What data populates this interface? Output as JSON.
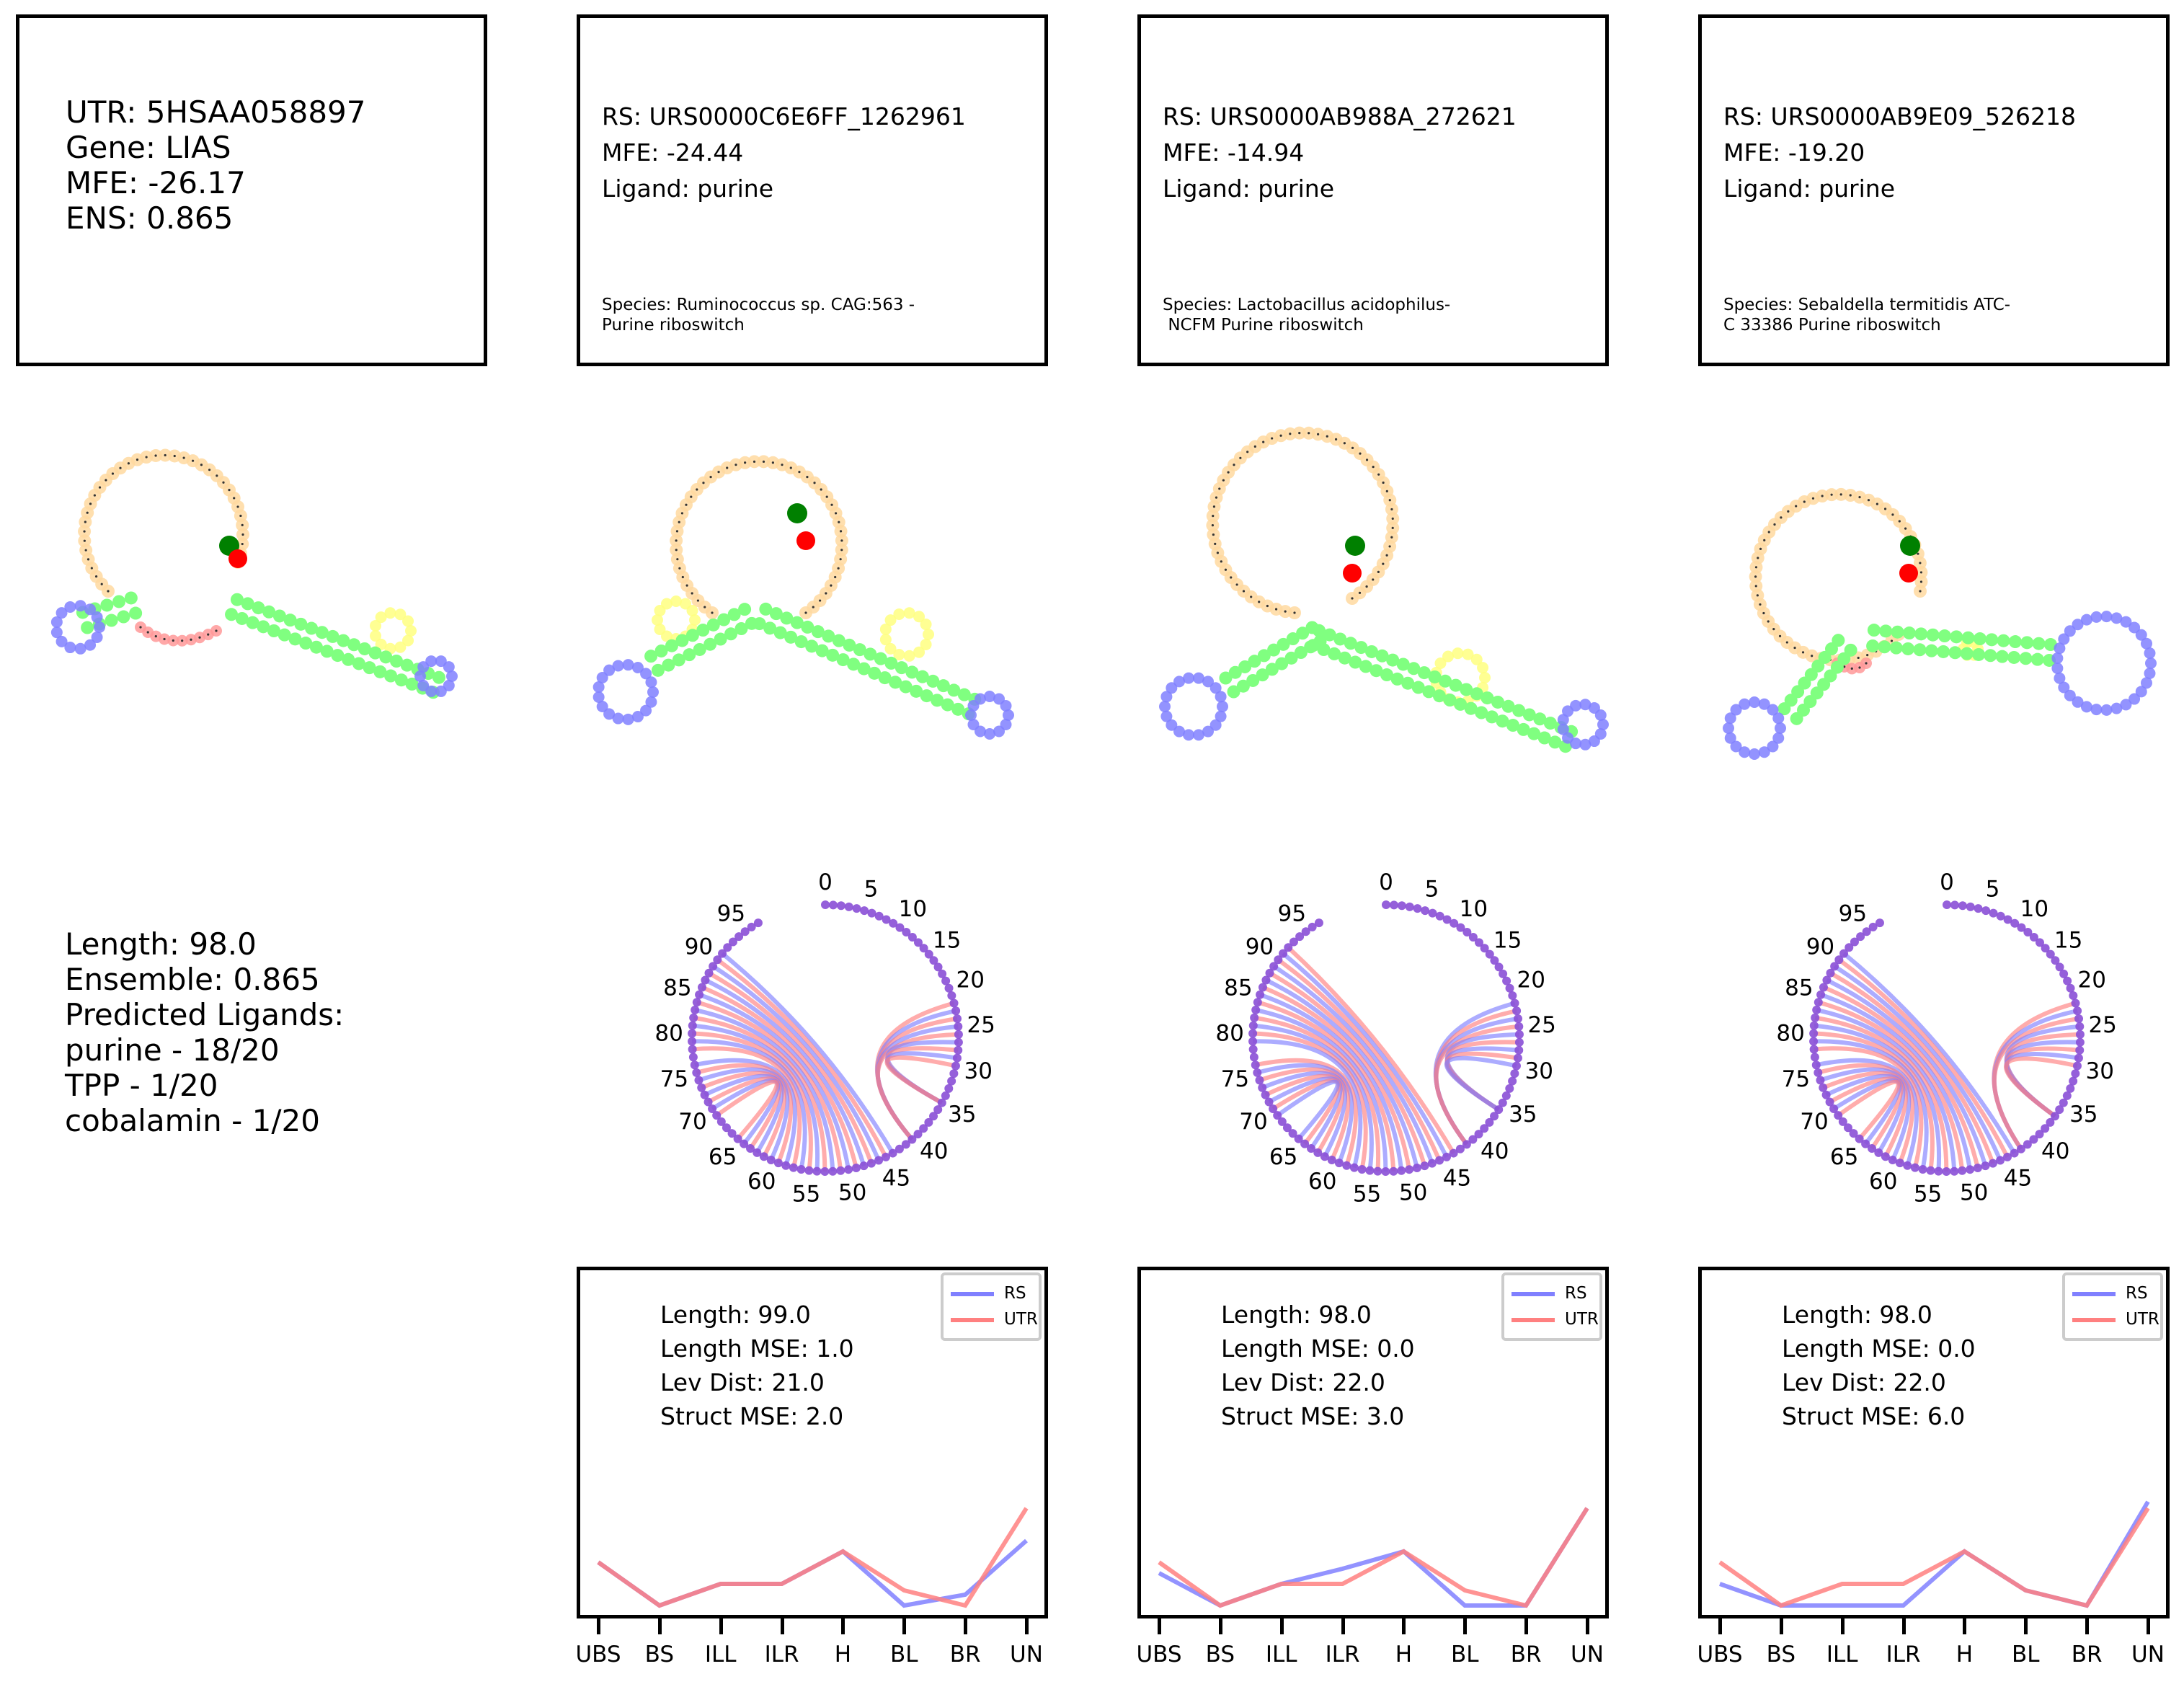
{
  "utr": {
    "header_lines": [
      "UTR: 5HSAA058897",
      "Gene: LIAS",
      "MFE: -26.17",
      "ENS: 0.865"
    ],
    "summary_lines": [
      "Length: 98.0",
      "Ensemble: 0.865",
      "Predicted Ligands:",
      "purine - 18/20",
      "TPP - 1/20",
      "cobalamin - 1/20"
    ]
  },
  "riboswitches": [
    {
      "rs": "RS: URS0000C6E6FF_1262961",
      "mfe": "MFE: -24.44",
      "ligand": "Ligand: purine",
      "species": "Species: Ruminococcus sp. CAG:563 -\nPurine riboswitch",
      "stats": [
        "Length: 99.0",
        "Length MSE: 1.0",
        "Lev Dist: 21.0",
        "Struct MSE: 2.0"
      ]
    },
    {
      "rs": "RS: URS0000AB988A_272621",
      "mfe": "MFE: -14.94",
      "ligand": "Ligand: purine",
      "species": "Species: Lactobacillus acidophilus-\n NCFM Purine riboswitch",
      "stats": [
        "Length: 98.0",
        "Length MSE: 0.0",
        "Lev Dist: 22.0",
        "Struct MSE: 3.0"
      ]
    },
    {
      "rs": "RS: URS0000AB9E09_526218",
      "mfe": "MFE: -19.20",
      "ligand": "Ligand: purine",
      "species": "Species: Sebaldella termitidis ATC-\nC 33386 Purine riboswitch",
      "stats": [
        "Length: 98.0",
        "Length MSE: 0.0",
        "Lev Dist: 22.0",
        "Struct MSE: 6.0"
      ]
    }
  ],
  "arc_labels": [
    "0",
    "5",
    "10",
    "15",
    "20",
    "25",
    "30",
    "35",
    "40",
    "45",
    "50",
    "55",
    "60",
    "65",
    "70",
    "75",
    "80",
    "85",
    "90",
    "95"
  ],
  "colors": {
    "rs_line": "#8080ff",
    "utr_line": "#ff8080",
    "stem": "#80ff80",
    "hairpin": "#8080ff",
    "loop": "#ffd9a0",
    "bulge": "#ffff80",
    "internal": "#ff9999",
    "start_marker": "#008000",
    "end_marker": "#ff0000"
  },
  "chart_data": [
    {
      "type": "line",
      "categories": [
        "UBS",
        "BS",
        "ILL",
        "ILR",
        "H",
        "BL",
        "BR",
        "UN"
      ],
      "series": [
        {
          "name": "RS",
          "values": [
            2,
            0,
            1,
            1,
            2.5,
            0,
            0.5,
            3
          ]
        },
        {
          "name": "UTR",
          "values": [
            2,
            0,
            1,
            1,
            2.5,
            0.7,
            0,
            4.5
          ]
        }
      ],
      "ylim": [
        0,
        6
      ],
      "legend": "top-right"
    },
    {
      "type": "line",
      "categories": [
        "UBS",
        "BS",
        "ILL",
        "ILR",
        "H",
        "BL",
        "BR",
        "UN"
      ],
      "series": [
        {
          "name": "RS",
          "values": [
            1.5,
            0,
            1,
            1.7,
            2.5,
            0,
            0,
            4.5
          ]
        },
        {
          "name": "UTR",
          "values": [
            2,
            0,
            1,
            1,
            2.5,
            0.7,
            0,
            4.5
          ]
        }
      ],
      "ylim": [
        0,
        6
      ],
      "legend": "top-right"
    },
    {
      "type": "line",
      "categories": [
        "UBS",
        "BS",
        "ILL",
        "ILR",
        "H",
        "BL",
        "BR",
        "UN"
      ],
      "series": [
        {
          "name": "RS",
          "values": [
            1,
            0,
            0,
            0,
            2.5,
            0.7,
            0,
            4.8
          ]
        },
        {
          "name": "UTR",
          "values": [
            2,
            0,
            1,
            1,
            2.5,
            0.7,
            0,
            4.5
          ]
        }
      ],
      "ylim": [
        0,
        6
      ],
      "legend": "top-right"
    }
  ]
}
